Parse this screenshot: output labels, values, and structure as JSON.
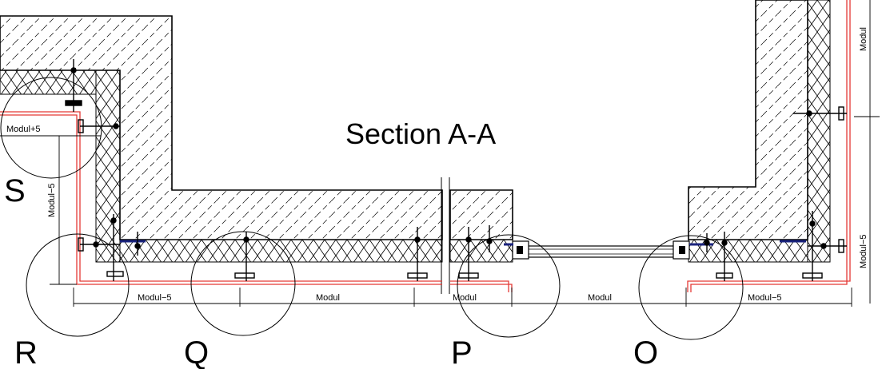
{
  "title": "Section A-A",
  "details": [
    "S",
    "R",
    "Q",
    "P",
    "O"
  ],
  "dimensions": {
    "modul_plus_5": "Modul+5",
    "left_vertical": "Modul−5",
    "bottom_1": "Modul−5",
    "bottom_2": "Modul",
    "bottom_3": "Modul",
    "bottom_4": "Modul",
    "bottom_5": "Modul−5",
    "right_top": "Modul",
    "right_bottom": "Modul−5"
  },
  "colors": {
    "panel": "#e53935",
    "seal": "#1a237e",
    "line": "#000000"
  }
}
